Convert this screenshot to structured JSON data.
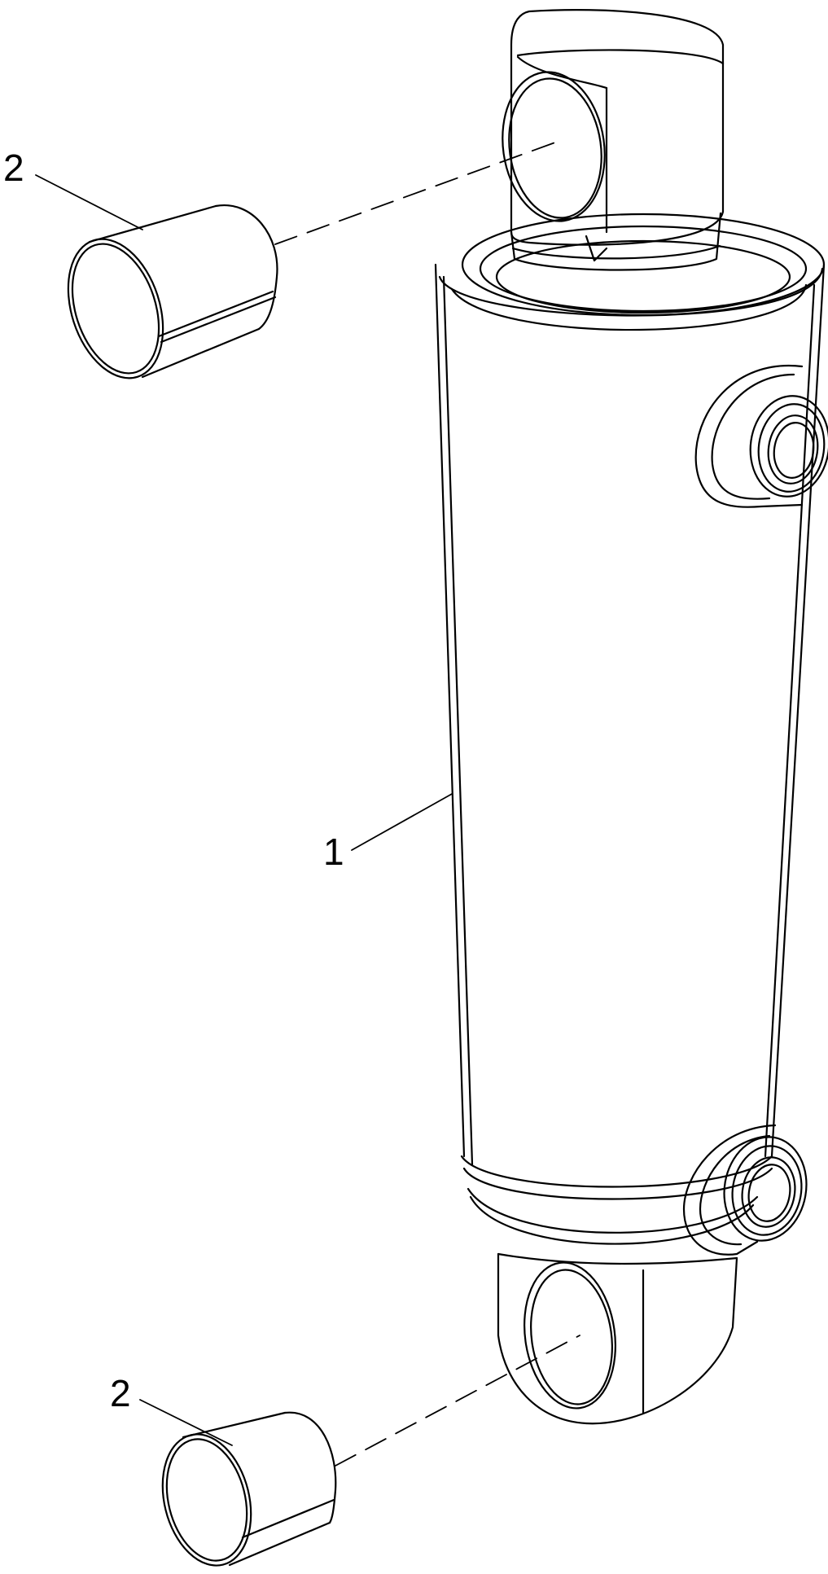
{
  "callouts": {
    "bushing_top": "2",
    "cylinder": "1",
    "bushing_bottom": "2"
  },
  "colors": {
    "line": "#000000",
    "background": "#ffffff"
  }
}
